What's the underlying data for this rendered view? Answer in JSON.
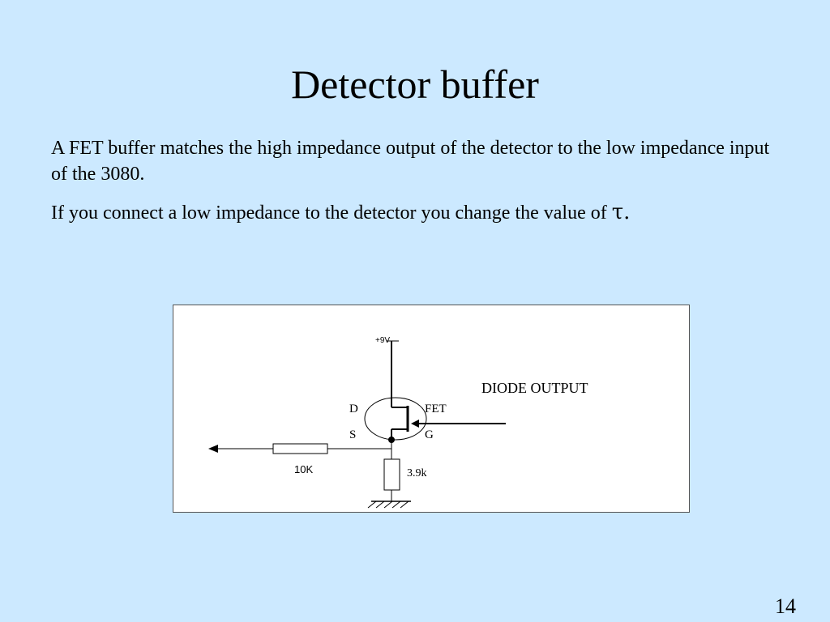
{
  "slide": {
    "title": "Detector buffer",
    "paragraph1": "A FET buffer matches the high impedance output of the detector to the low impedance input of the 3080.",
    "paragraph2_text": "If you connect a low impedance to the detector you change the value of ",
    "paragraph2_symbol": "τ.",
    "number": "14"
  },
  "diagram": {
    "supply_label": "+9V",
    "diode_output_label": "DIODE OUTPUT",
    "drain_label": "D",
    "fet_label": "FET",
    "source_label": "S",
    "gate_label": "G",
    "resistor_10k_label": "10K",
    "resistor_3_9k_label": "3.9k"
  },
  "colors": {
    "background": "#cce9ff",
    "diagram_background": "#ffffff",
    "ink": "#000000"
  }
}
